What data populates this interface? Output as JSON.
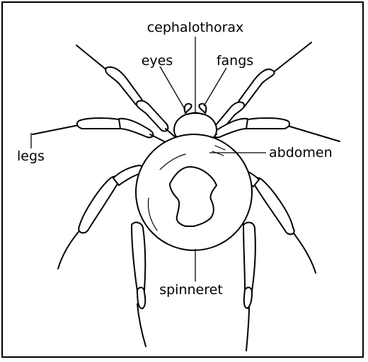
{
  "diagram": {
    "labels": {
      "cephalothorax": "cephalothorax",
      "eyes": "eyes",
      "fangs": "fangs",
      "legs": "legs",
      "abdomen": "abdomen",
      "spinneret": "spinneret"
    }
  }
}
